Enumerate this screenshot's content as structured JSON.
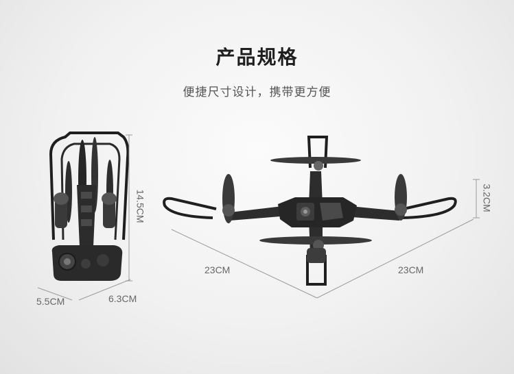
{
  "header": {
    "title": "产品规格",
    "subtitle": "便捷尺寸设计，携带更方便"
  },
  "dimensions": {
    "folded_height": "14.5CM",
    "folded_depth": "5.5CM",
    "folded_width": "6.3CM",
    "unfolded_length_left": "23CM",
    "unfolded_length_right": "23CM",
    "unfolded_height": "3.2CM"
  },
  "colors": {
    "drone_body": "#2b2b2b",
    "drone_highlight": "#5a5a5a",
    "dimension_line": "#9a9a9a",
    "background": "#f1f1f1"
  }
}
